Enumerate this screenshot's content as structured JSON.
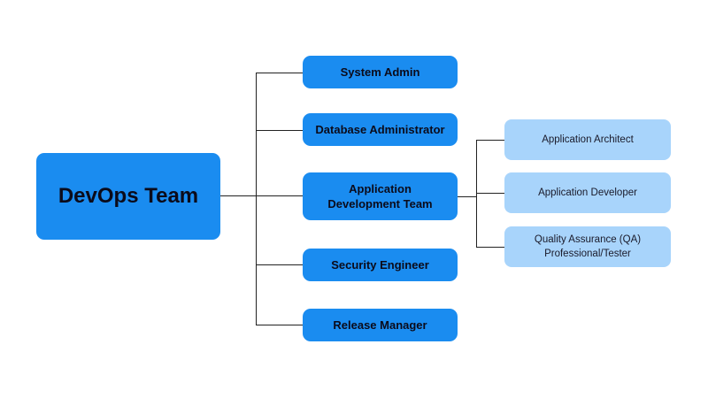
{
  "root": {
    "label": "DevOps Team"
  },
  "roles": [
    {
      "label": "System Admin"
    },
    {
      "label": "Database Administrator"
    },
    {
      "label_line1": "Application",
      "label_line2": "Development Team"
    },
    {
      "label": "Security Engineer"
    },
    {
      "label": "Release Manager"
    }
  ],
  "subroles": [
    {
      "label": "Application Architect"
    },
    {
      "label": "Application Developer"
    },
    {
      "label_line1": "Quality Assurance (QA)",
      "label_line2": "Professional/Tester"
    }
  ],
  "colors": {
    "primary_box": "#1a8cf0",
    "secondary_box": "#a8d4fb",
    "connector": "#222222"
  }
}
